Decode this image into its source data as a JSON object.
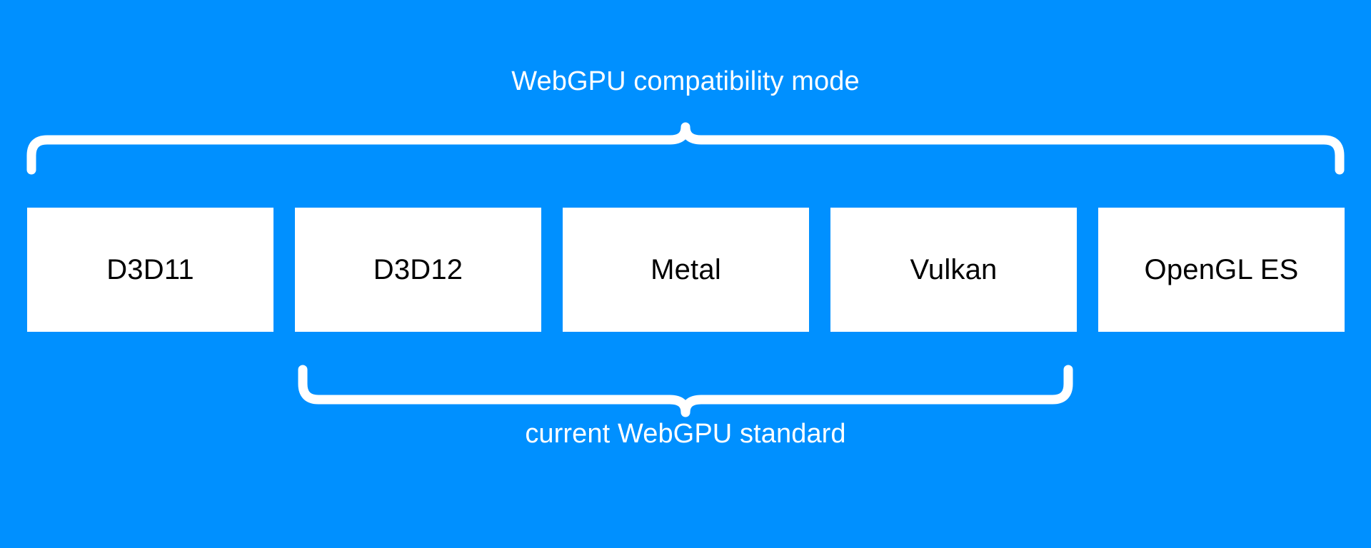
{
  "diagram": {
    "title": "WebGPU compatibility mode",
    "background_color": "#0090ff",
    "box_fill_color": "#ffffff",
    "box_text_color": "#000000",
    "caption_text_color": "#ffffff",
    "brace_color": "#ffffff"
  },
  "top_group": {
    "label": "WebGPU compatibility mode",
    "brace_name": "top-brace",
    "covers": [
      "D3D11",
      "D3D12",
      "Metal",
      "Vulkan",
      "OpenGL ES"
    ]
  },
  "bottom_group": {
    "label": "current WebGPU standard",
    "brace_name": "bottom-brace",
    "covers": [
      "D3D12",
      "Metal",
      "Vulkan"
    ]
  },
  "backends": [
    {
      "label": "D3D11"
    },
    {
      "label": "D3D12"
    },
    {
      "label": "Metal"
    },
    {
      "label": "Vulkan"
    },
    {
      "label": "OpenGL ES"
    }
  ]
}
